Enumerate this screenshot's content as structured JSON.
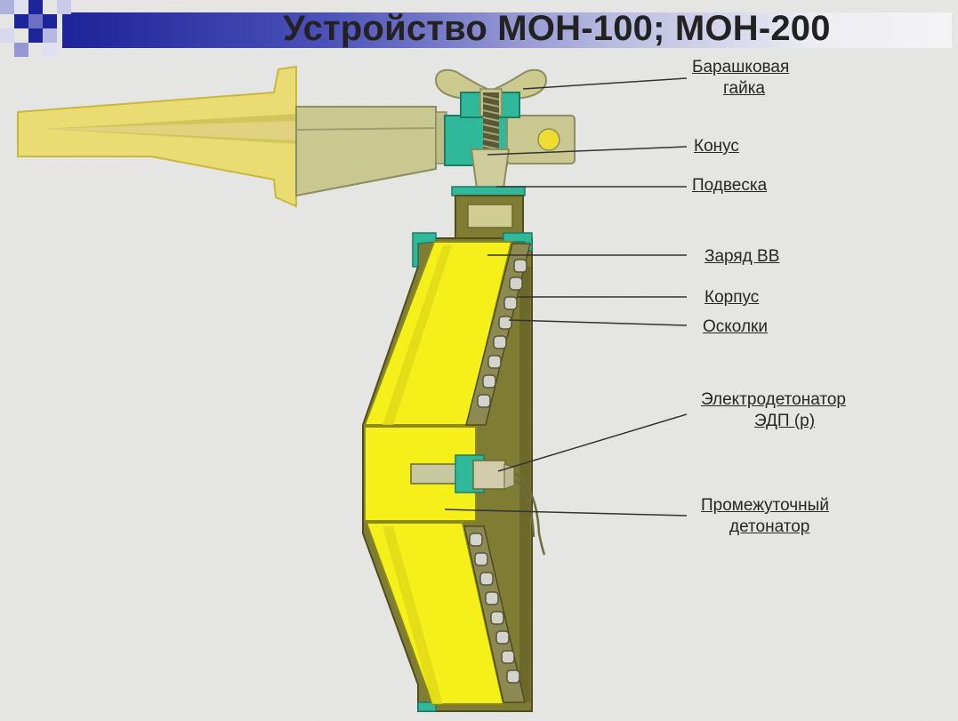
{
  "title": "Устройство МОН-100; МОН-200",
  "labels": {
    "wing_nut_line1": "Барашковая",
    "wing_nut_line2": "гайка",
    "cone": "Конус",
    "suspension": "Подвеска",
    "charge": "Заряд ВВ",
    "body": "Корпус",
    "fragments": "Осколки",
    "detonator_line1": "Электродетонатор",
    "detonator_line2": "ЭДП (р)",
    "intermediate_line1": "Промежуточный",
    "intermediate_line2": "детонатор"
  },
  "colors": {
    "header_dark": "#1d2399",
    "explosive_yellow": "#f5f01a",
    "stake_yellow": "#e8dc72",
    "metal_khaki": "#c8c890",
    "casing_olive": "#7f7c34",
    "teal": "#2fb99a"
  }
}
